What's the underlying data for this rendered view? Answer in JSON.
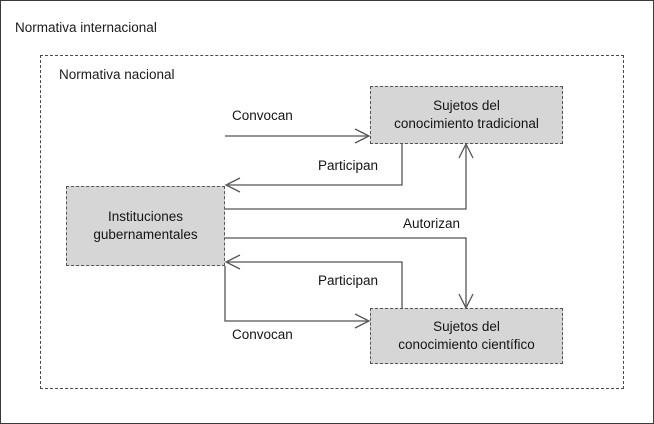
{
  "diagram": {
    "title": "Normativa internacional",
    "outer_frame": {
      "label": "Normativa internacional",
      "border_style": "solid",
      "border_color": "#3a3a3a"
    },
    "inner_frame": {
      "label": "Normativa nacional",
      "border_style": "dashed",
      "border_color": "#4a4a4a"
    },
    "node_fill": "#d6d6d6",
    "node_border": "#555555",
    "edge_color": "#555555",
    "nodes": [
      {
        "id": "traditional",
        "line1": "Sujetos del",
        "line2": "conocimiento tradicional"
      },
      {
        "id": "institutions",
        "line1": "Instituciones",
        "line2": "gubernamentales"
      },
      {
        "id": "scientific",
        "line1": "Sujetos del",
        "line2": "conocimiento científico"
      }
    ],
    "edges": [
      {
        "id": "convocan-top",
        "label": "Convocan",
        "from": "institutions",
        "to": "traditional"
      },
      {
        "id": "participan-top",
        "label": "Participan",
        "from": "traditional",
        "to": "institutions"
      },
      {
        "id": "autorizan-up",
        "label": "Autorizan",
        "from": "institutions",
        "to": "traditional"
      },
      {
        "id": "autorizan-down",
        "label": "Autorizan",
        "from": "institutions",
        "to": "scientific"
      },
      {
        "id": "participan-bottom",
        "label": "Participan",
        "from": "scientific",
        "to": "institutions"
      },
      {
        "id": "convocan-bottom",
        "label": "Convocan",
        "from": "institutions",
        "to": "scientific"
      }
    ]
  }
}
